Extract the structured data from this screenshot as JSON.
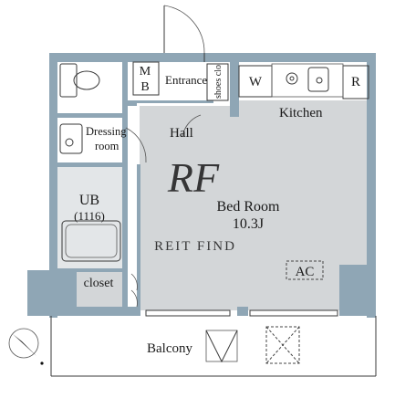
{
  "rooms": {
    "mb": [
      "M",
      "B"
    ],
    "entrance": "Entrance",
    "shoes": "shoes clo",
    "washer": "W",
    "refrigerator": "R",
    "kitchen": "Kitchen",
    "dressing": [
      "Dressing",
      "room"
    ],
    "hall": "Hall",
    "ub": "UB",
    "ub_size": "(1116)",
    "bedroom": "Bed Room",
    "bedroom_size": "10.3J",
    "ac": "AC",
    "closet": "closet",
    "balcony": "Balcony"
  },
  "watermark": {
    "monogram": "RF",
    "brand": "REIT FIND"
  },
  "colors": {
    "wall": "#8fa6b5",
    "floor": "#d3d6d8",
    "wet": "#e3e6e8"
  },
  "icons": [
    "north-compass-icon",
    "toilet-icon",
    "sink-icon",
    "stove-icon",
    "bathtub-icon",
    "balcony-vent-icon"
  ]
}
